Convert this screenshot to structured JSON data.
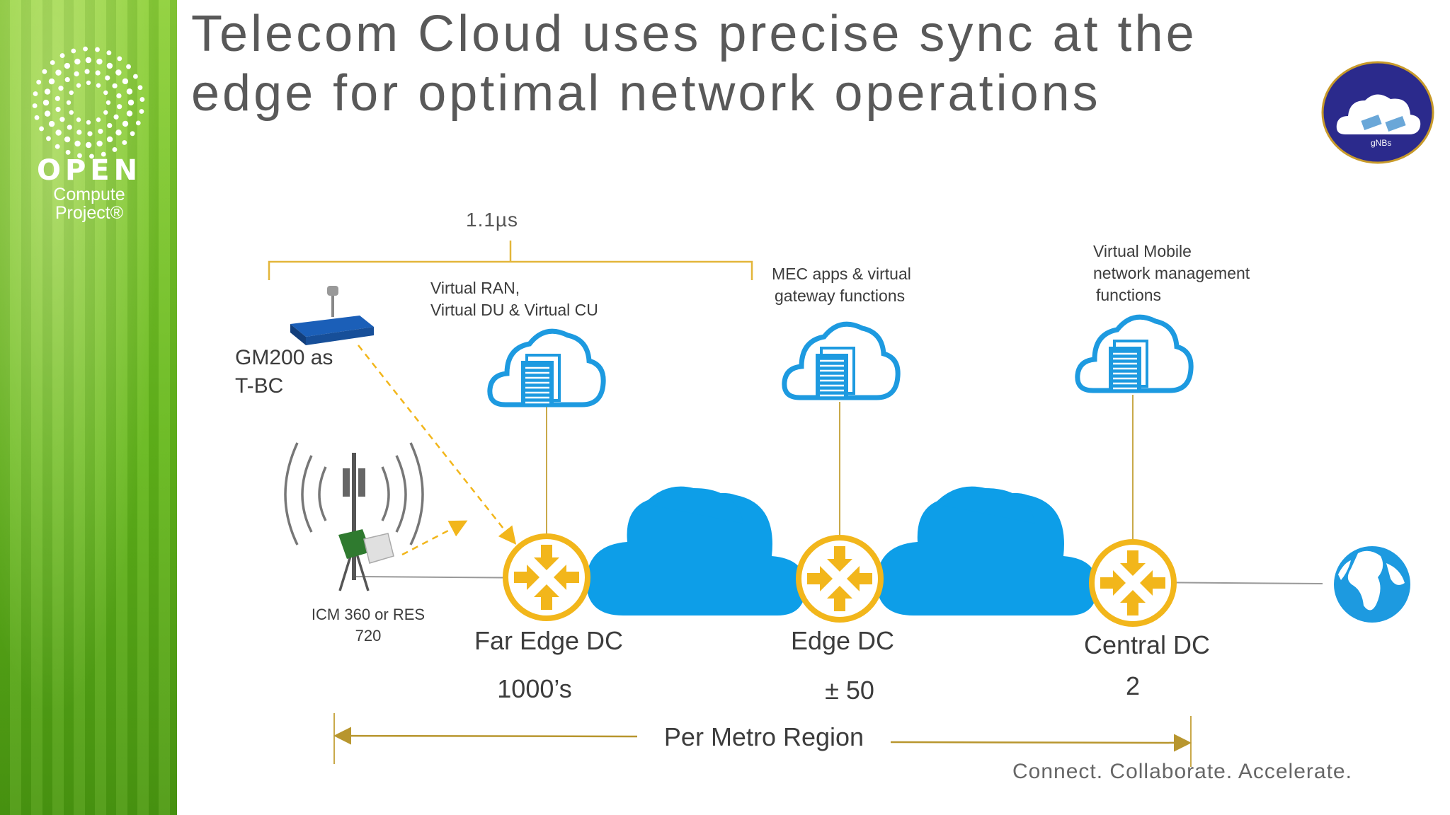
{
  "slide": {
    "title": "Telecom Cloud uses precise sync at the edge for optimal network operations",
    "footer": "Connect. Collaborate. Accelerate."
  },
  "logo": {
    "word": "OPEN",
    "line1": "Compute",
    "line2": "Project®"
  },
  "badge": {
    "label": "gNBs",
    "icon": "cloud-gnb-icon"
  },
  "timing": {
    "label": "1.1µs"
  },
  "gm": {
    "label_line1": "GM200 as",
    "label_line2": "T-BC"
  },
  "icm": {
    "label_line1": "ICM 360 or RES",
    "label_line2": "720"
  },
  "nodes": [
    {
      "name": "Far Edge DC",
      "count": "1000’s",
      "function_line1": "Virtual RAN,",
      "function_line2": "Virtual DU & Virtual CU",
      "function_line3": ""
    },
    {
      "name": "Edge DC",
      "count": "± 50",
      "function_line1": "MEC apps & virtual",
      "function_line2": "gateway functions",
      "function_line3": ""
    },
    {
      "name": "Central DC",
      "count": "2",
      "function_line1": "Virtual Mobile",
      "function_line2": "network management",
      "function_line3": "functions"
    }
  ],
  "region": {
    "label": "Per Metro Region"
  },
  "colors": {
    "accent_gold": "#f2b61b",
    "cloud_blue": "#0d9ee8",
    "bracket": "#e3b63a",
    "sidebar_green": "#6cbf1e",
    "badge_navy": "#2b2a8c"
  }
}
